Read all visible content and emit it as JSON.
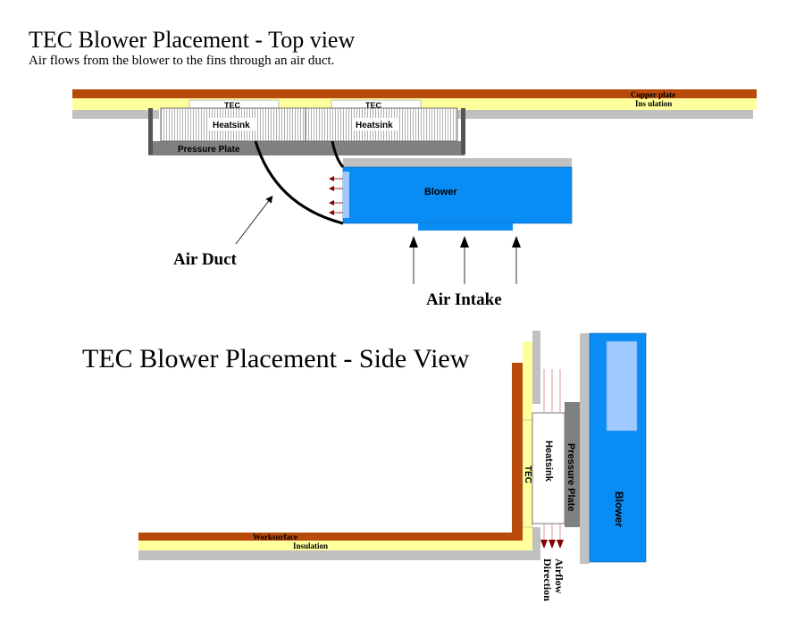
{
  "top_view": {
    "title": "TEC Blower Placement - Top view",
    "subtitle": "Air flows from the blower to the fins through an air duct.",
    "labels": {
      "copper_plate": "Copper  plate",
      "insulation": "Ins ulation",
      "tec_1": "TEC",
      "tec_2": "TEC",
      "heatsink_1": "Heatsink",
      "heatsink_2": "Heatsink",
      "pressure_plate": "Pressure Plate",
      "blower": "Blower",
      "air_duct": "Air Duct",
      "air_intake": "Air Intake"
    }
  },
  "side_view": {
    "title": "TEC Blower Placement - Side View",
    "labels": {
      "worksurface": "Worksurface",
      "insulation": "Insulation",
      "tec": "TEC",
      "heatsink": "Heatsink",
      "pressure_plate": "Pressure Plate",
      "blower": "Blower",
      "airflow_line1": "Airflow",
      "airflow_line2": "Direction"
    }
  },
  "colors": {
    "copper": "#b84a0c",
    "insulation": "#ffff9e",
    "gray_light": "#c0c0c0",
    "gray_dark": "#808080",
    "blower": "#0a8cf5",
    "blower_window": "#9fcaff",
    "arrow_red": "#800000"
  }
}
